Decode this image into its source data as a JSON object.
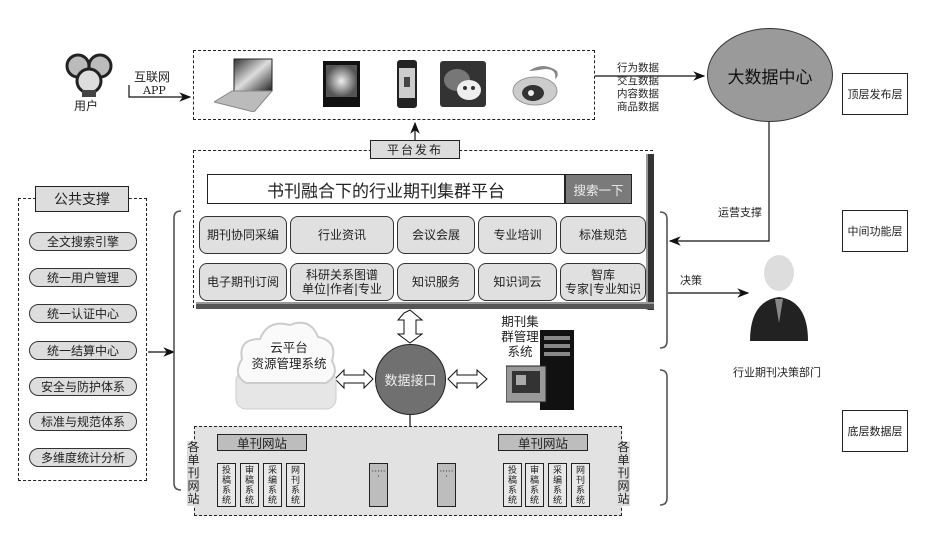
{
  "user": {
    "label": "用户",
    "icon": "users-icon",
    "channel_top": "互联网",
    "channel_bottom": "APP"
  },
  "devices": [
    {
      "name": "laptop",
      "icon": "laptop-icon"
    },
    {
      "name": "tablet",
      "icon": "tablet-icon"
    },
    {
      "name": "phone",
      "icon": "phone-icon"
    },
    {
      "name": "wechat",
      "icon": "wechat-icon"
    },
    {
      "name": "weibo",
      "icon": "weibo-icon"
    }
  ],
  "data_flows": [
    "行为数据",
    "交互数据",
    "内容数据",
    "商品数据"
  ],
  "big_data_center": "大数据中心",
  "layers": {
    "top": "顶层发布层",
    "middle": "中间功能层",
    "bottom": "底层数据层"
  },
  "platform": {
    "publish_tag": "平台发布",
    "title": "书刊融合下的行业期刊集群平台",
    "search_button": "搜索一下",
    "modules_row1": [
      "期刊协同采编",
      "行业资讯",
      "会议会展",
      "专业培训",
      "标准规范"
    ],
    "modules_row2": [
      {
        "line1": "电子期刊订阅",
        "line2": ""
      },
      {
        "line1": "科研关系图谱",
        "line2": "单位|作者|专业"
      },
      {
        "line1": "知识服务",
        "line2": ""
      },
      {
        "line1": "知识词云",
        "line2": ""
      },
      {
        "line1": "智库",
        "line2": "专家|专业知识"
      }
    ]
  },
  "public_support": {
    "title": "公共支撑",
    "items": [
      "全文搜索引擎",
      "统一用户管理",
      "统一认证中心",
      "统一结算中心",
      "安全与防护体系",
      "标准与规范体系",
      "多维度统计分析"
    ]
  },
  "arrows": {
    "ops_support": "运营支撑",
    "decision": "决策"
  },
  "decision_dept": "行业期刊决策部门",
  "cloud": {
    "line1": "云平台",
    "line2": "资源管理系统"
  },
  "data_interface": "数据接口",
  "cluster_system": {
    "line1": "期刊集",
    "line2": "群管理",
    "line3": "系统"
  },
  "bottom": {
    "side_label": "各单刊网站",
    "site_label": "单刊网站",
    "systems": [
      "投稿系统",
      "审稿系统",
      "采编系统",
      "网刊系统"
    ],
    "ellipsis": "······"
  }
}
